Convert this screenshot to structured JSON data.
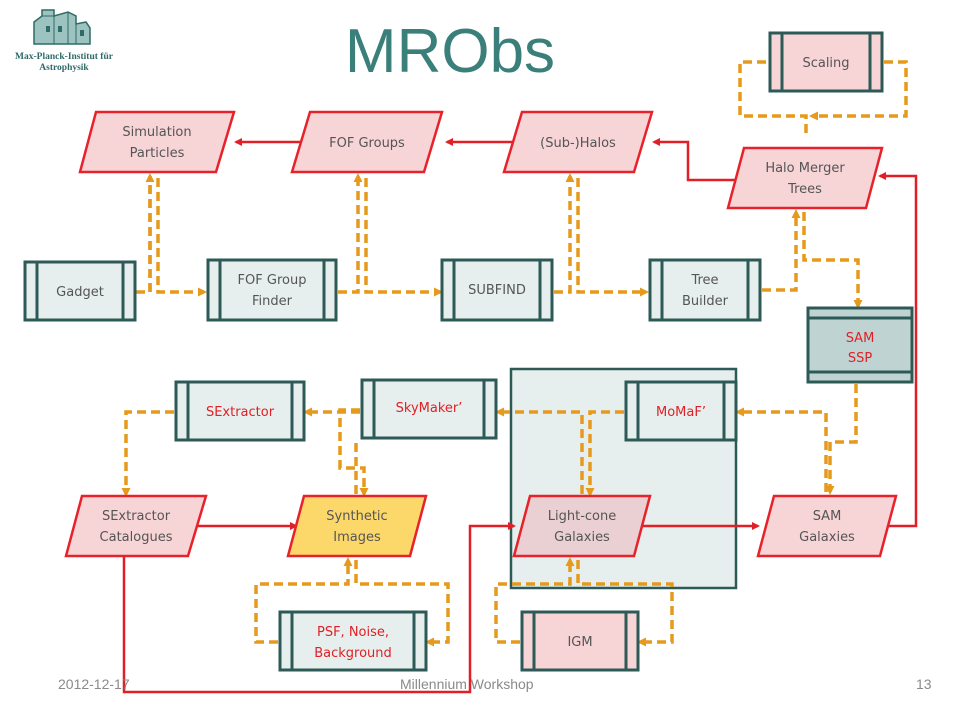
{
  "header": {
    "title": "MRObs",
    "logo_line1": "Max-Planck-Institut für",
    "logo_line2": "Astrophysik"
  },
  "footer": {
    "date": "2012-12-17",
    "event": "Millennium Workshop",
    "page": "13"
  },
  "nodes": {
    "simulation_particles": [
      "Simulation",
      "Particles"
    ],
    "fof_groups": [
      "FOF Groups"
    ],
    "sub_halos": [
      "(Sub-)Halos"
    ],
    "halo_merger_trees": [
      "Halo Merger",
      "Trees"
    ],
    "scaling": [
      "Scaling"
    ],
    "gadget": [
      "Gadget"
    ],
    "fof_group_finder": [
      "FOF Group",
      "Finder"
    ],
    "subfind": [
      "SUBFIND"
    ],
    "tree_builder": [
      "Tree",
      "Builder"
    ],
    "sam_ssp": [
      "SAM",
      "SSP"
    ],
    "sextractor": [
      "SExtractor"
    ],
    "skymaker": [
      "SkyMaker’"
    ],
    "momaf": [
      "MoMaF’"
    ],
    "sextractor_catalogues": [
      "SExtractor",
      "Catalogues"
    ],
    "synthetic_images": [
      "Synthetic",
      "Images"
    ],
    "lightcone_galaxies": [
      "Light-cone",
      "Galaxies"
    ],
    "sam_galaxies": [
      "SAM",
      "Galaxies"
    ],
    "psf_noise_background": [
      "PSF, Noise,",
      "Background"
    ],
    "igm": [
      "IGM"
    ]
  },
  "colors": {
    "title": "#3b7f7b",
    "process_stroke": "#2d5a56",
    "process_fill": "#e6efed",
    "data_fill": "#f7d4d6",
    "data_stroke": "#e8222b",
    "data_highlight_fill": "#fcd86a",
    "red_arrow": "#e01f26",
    "orange_arrow": "#e59a1d",
    "red_text": "#e01f26",
    "dark_text": "#555555",
    "sam_ssp_fill": "#bfd4d2"
  }
}
